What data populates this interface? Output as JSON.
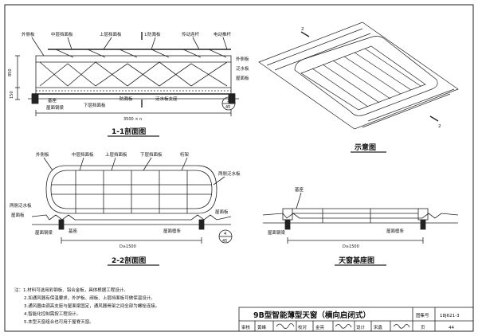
{
  "section11": {
    "title": "1-1剖面图",
    "labels": {
      "side_cover": "外侧板",
      "mid_louver": "中层挡面板",
      "upper_louver": "上层挡面板",
      "rain_board": "防溅板",
      "drive_rod": "传动连杆",
      "actuator": "电动推杆",
      "outer_side": "外侧板",
      "flashing": "泛水板",
      "roof_panel": "屋面板",
      "base": "基座",
      "roof_purlin": "屋面钢梁",
      "lower_louver": "下层挡面板",
      "rain_board2": "防溅板",
      "flashing_support": "泛水板支座"
    },
    "dims": {
      "h1": "850",
      "h2": "150",
      "span": "3500 × n"
    },
    "detail": {
      "num": "3",
      "sheet": "45"
    },
    "cut_mark": "1"
  },
  "overview": {
    "title": "示意图",
    "cut_mark": "2"
  },
  "section22": {
    "title": "2-2剖面图",
    "labels": {
      "side_cover": "外侧板",
      "mid_louver": "中层挡面板",
      "upper_louver": "上层挡面板",
      "lower_louver": "下层挡面板",
      "truss": "桁架",
      "side_flashing": "两侧泛水板",
      "flashing_left": "两侧泛水板",
      "roof_panel": "屋面板",
      "roof_purlin": "屋面钢梁",
      "base": "基座",
      "roof_purlin2": "屋面檩条"
    },
    "dims": {
      "span": "D≥1500"
    },
    "detail": {
      "num": "4",
      "sheet": "45"
    }
  },
  "base_drawing": {
    "title": "天窗基座图",
    "labels": {
      "base": "基座",
      "roof_purlin": "屋面钢梁",
      "roof_panel": "屋面檩条"
    },
    "dims": {
      "span": "D≥1500"
    }
  },
  "notes": [
    "注：1.材料可选用彩钢板、铝合金板，具体根据工程设计。",
    "2.如通风器有保温要求，外护板、阀板、上层挡面板可做保温设计。",
    "3.通风器由调高支座与屋面梁固定，通风器骨架之间全部为螺栓连接。",
    "4.智能化控制需按工程设计。",
    "5.本型天窗组合也可用于屋脊天窗。"
  ],
  "title_block": {
    "title": "9B型智能薄型天窗（横向启闭式）",
    "atlas_label": "图集号",
    "atlas_no": "18J621-3",
    "review_label": "审核",
    "reviewer": "黄峰",
    "check_label": "校对",
    "checker": "金亮",
    "design_label": "设计",
    "designer": "宋鑫",
    "page_label": "页",
    "page_no": "44"
  }
}
